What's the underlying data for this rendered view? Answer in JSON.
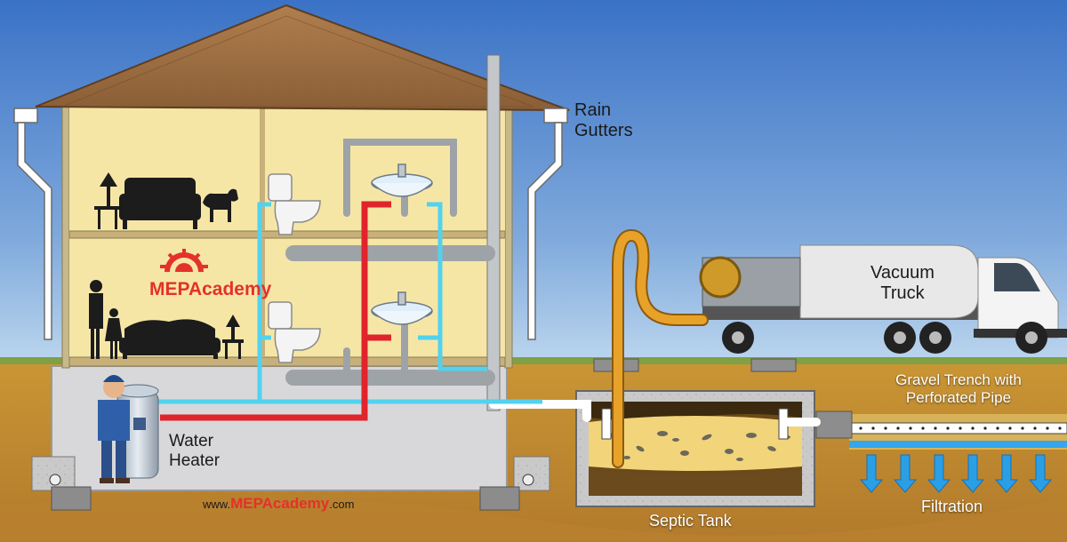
{
  "labels": {
    "rain_gutters": [
      "Rain",
      "Gutters"
    ],
    "vacuum_truck": [
      "Vacuum",
      "Truck"
    ],
    "gravel_trench": [
      "Gravel Trench with",
      "Perforated Pipe"
    ],
    "water_heater": [
      "Water",
      "Heater"
    ],
    "septic_tank": "Septic Tank",
    "filtration": "Filtration"
  },
  "logo": {
    "brand": "MEPAcademy"
  },
  "website": {
    "prefix": "www.",
    "brand": "MEPAcademy",
    "suffix": ".com"
  },
  "colors": {
    "sky_top": "#3a72c6",
    "sky_bottom": "#bcd6ee",
    "roof": "#9a6b3f",
    "interior": "#f6e6a6",
    "basement": "#d8d8da",
    "soil": "#c6923a",
    "grass": "#7fa044",
    "hot_pipe": "#e0242b",
    "cold_pipe": "#52d2ee",
    "drain_pipe": "#9ea3a8",
    "hose": "#e8a22a",
    "brand_red": "#e4312b",
    "filtration_arrow": "#2a9fe6"
  },
  "icons": [
    "toilet-icon",
    "sink-icon",
    "sofa-icon",
    "dog-icon",
    "family-silhouette-icon",
    "lamp-icon",
    "plumber-icon",
    "water-heater-icon",
    "vacuum-truck-icon",
    "gear-sun-logo-icon"
  ]
}
